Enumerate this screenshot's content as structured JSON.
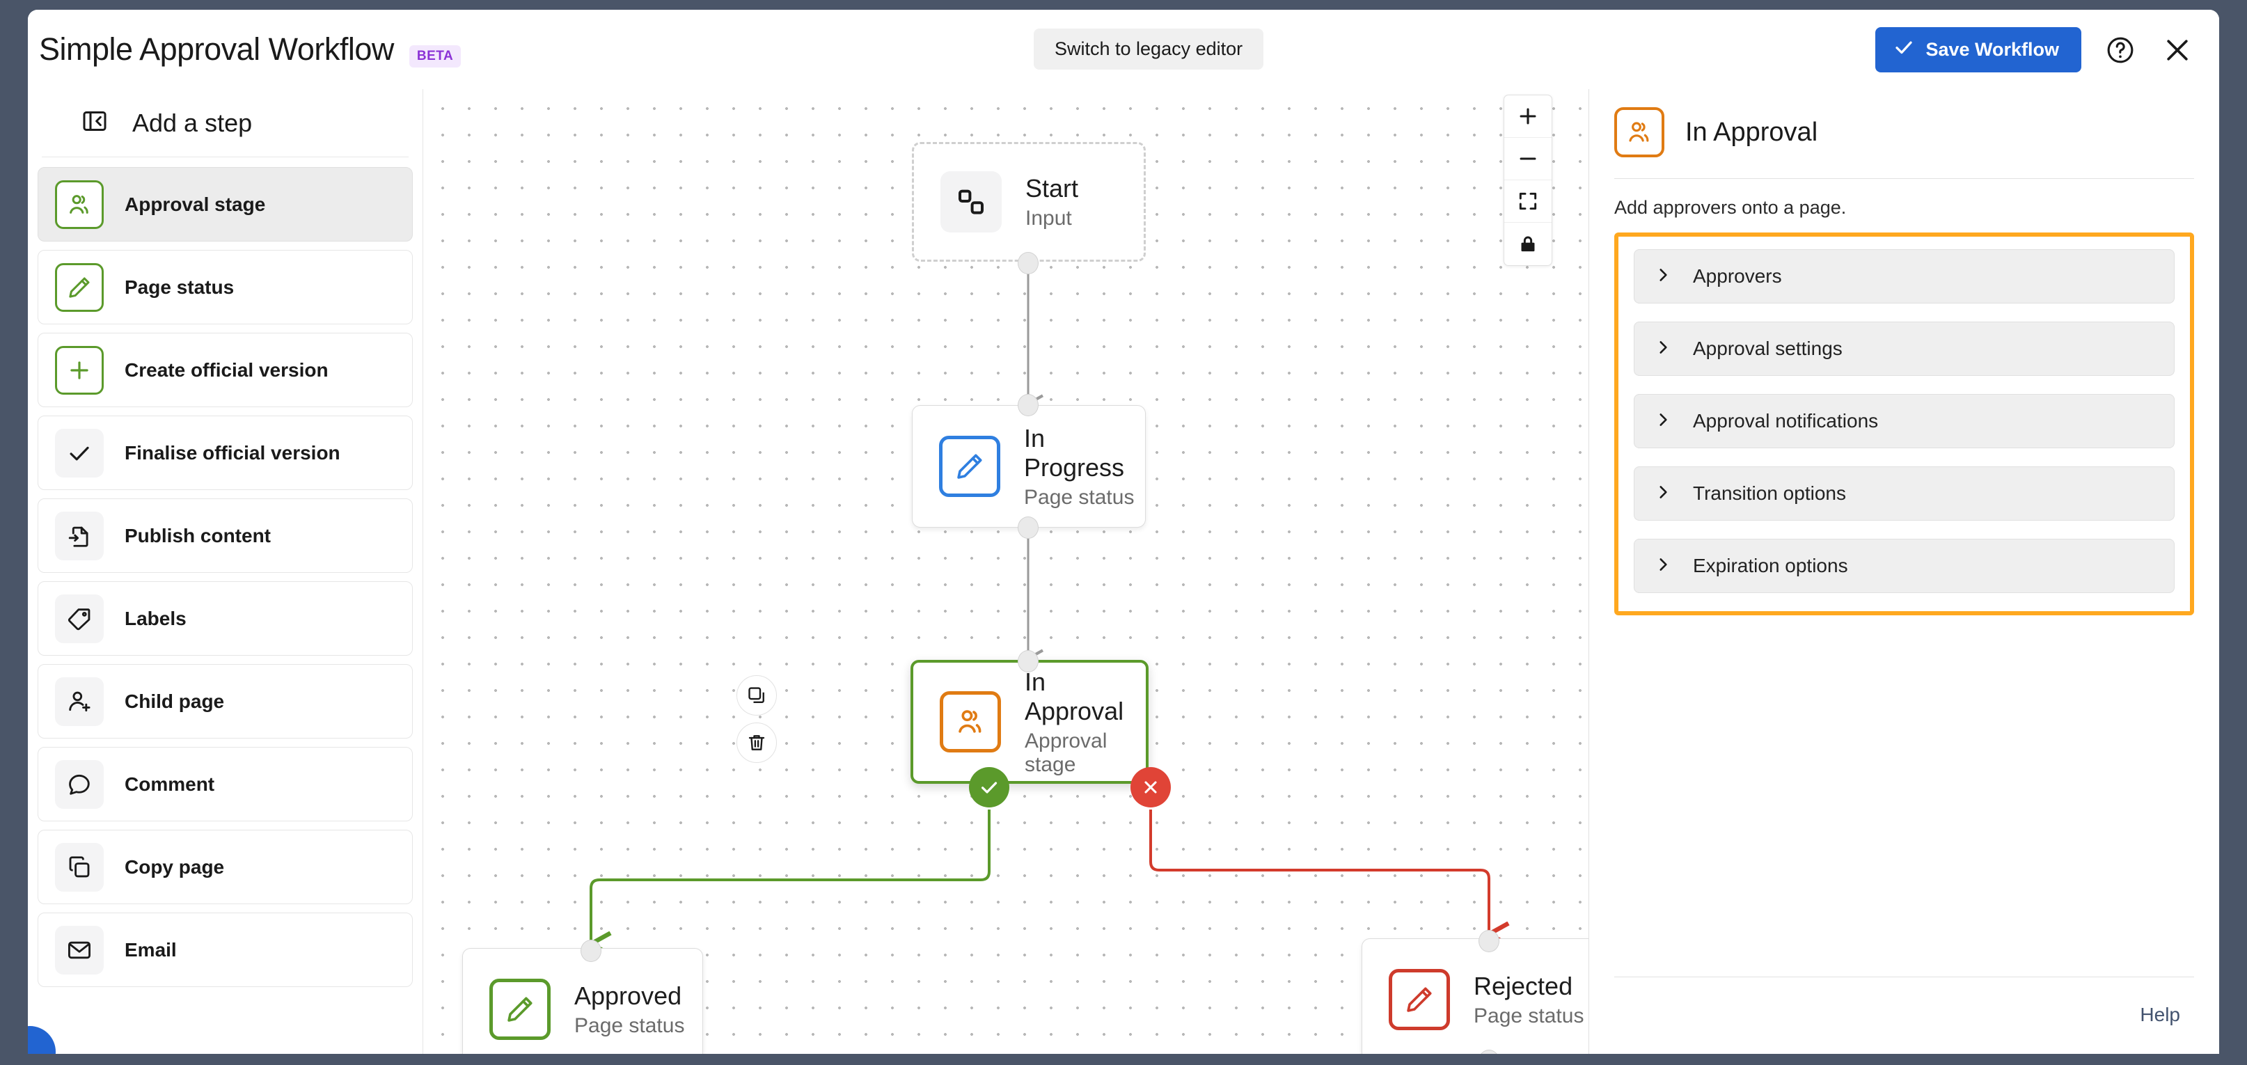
{
  "header": {
    "title": "Simple Approval Workflow",
    "beta_badge": "BETA",
    "legacy_button": "Switch to legacy editor",
    "save_button": "Save Workflow",
    "help_icon": "question-circle-icon",
    "close_icon": "close-icon",
    "save_check_icon": "check-icon"
  },
  "sidebar": {
    "collapse_icon": "panel-collapse-icon",
    "heading": "Add a step",
    "items": [
      {
        "label": "Approval stage",
        "icon": "people-icon",
        "icon_style": "outlined",
        "selected": true
      },
      {
        "label": "Page status",
        "icon": "pencil-icon",
        "icon_style": "outlined",
        "selected": false
      },
      {
        "label": "Create official version",
        "icon": "plus-icon",
        "icon_style": "outlined",
        "selected": false
      },
      {
        "label": "Finalise official version",
        "icon": "check-icon",
        "icon_style": "plain",
        "selected": false
      },
      {
        "label": "Publish content",
        "icon": "publish-page-icon",
        "icon_style": "plain",
        "selected": false
      },
      {
        "label": "Labels",
        "icon": "tag-icon",
        "icon_style": "plain",
        "selected": false
      },
      {
        "label": "Child page",
        "icon": "person-add-icon",
        "icon_style": "plain",
        "selected": false
      },
      {
        "label": "Comment",
        "icon": "speech-bubble-icon",
        "icon_style": "plain",
        "selected": false
      },
      {
        "label": "Copy page",
        "icon": "copy-icon",
        "icon_style": "plain",
        "selected": false
      },
      {
        "label": "Email",
        "icon": "envelope-icon",
        "icon_style": "plain",
        "selected": false
      }
    ]
  },
  "canvas": {
    "tools": [
      {
        "name": "zoom-in-button",
        "icon": "plus-icon"
      },
      {
        "name": "zoom-out-button",
        "icon": "minus-icon"
      },
      {
        "name": "fit-view-button",
        "icon": "fit-screen-icon"
      },
      {
        "name": "lock-button",
        "icon": "padlock-icon"
      }
    ],
    "node_actions": [
      {
        "name": "duplicate-node-button",
        "icon": "copy-icon"
      },
      {
        "name": "delete-node-button",
        "icon": "trash-icon"
      }
    ],
    "nodes": [
      {
        "id": "start",
        "title": "Start",
        "subtitle": "Input",
        "icon": "nodes-icon",
        "style": "dashed",
        "icon_style": "gray"
      },
      {
        "id": "in-progress",
        "title": "In Progress",
        "subtitle": "Page status",
        "icon": "pencil-icon",
        "style": "plainbox",
        "icon_style": "bd-blue"
      },
      {
        "id": "in-approval",
        "title": "In Approval",
        "subtitle": "Approval stage",
        "icon": "people-icon",
        "style": "selected",
        "icon_style": "bd-orange"
      },
      {
        "id": "approved",
        "title": "Approved",
        "subtitle": "Page status",
        "icon": "pencil-icon",
        "style": "plainbox",
        "icon_style": "bd-green"
      },
      {
        "id": "rejected",
        "title": "Rejected",
        "subtitle": "Page status",
        "icon": "pencil-icon",
        "style": "plainbox",
        "icon_style": "bd-red"
      }
    ],
    "decision_pins": [
      {
        "name": "approve-pin",
        "glyph": "✓",
        "color": "#5b9a2b"
      },
      {
        "name": "reject-pin",
        "glyph": "✕",
        "color": "#e04437"
      }
    ]
  },
  "panel": {
    "icon": "people-icon",
    "title": "In Approval",
    "description": "Add approvers onto a page.",
    "highlight_color": "#FFA81F",
    "sections": [
      {
        "label": "Approvers",
        "expanded": false,
        "chevron": "chevron-right-icon"
      },
      {
        "label": "Approval settings",
        "expanded": false,
        "chevron": "chevron-right-icon"
      },
      {
        "label": "Approval notifications",
        "expanded": false,
        "chevron": "chevron-right-icon"
      },
      {
        "label": "Transition options",
        "expanded": false,
        "chevron": "chevron-right-icon"
      },
      {
        "label": "Expiration options",
        "expanded": false,
        "chevron": "chevron-right-icon"
      }
    ],
    "help_link": "Help"
  },
  "colors": {
    "accent_blue": "#2264d1",
    "green": "#5b9a2b",
    "orange": "#e07b13",
    "red": "#ce3b2c",
    "highlight": "#FFA81F"
  }
}
